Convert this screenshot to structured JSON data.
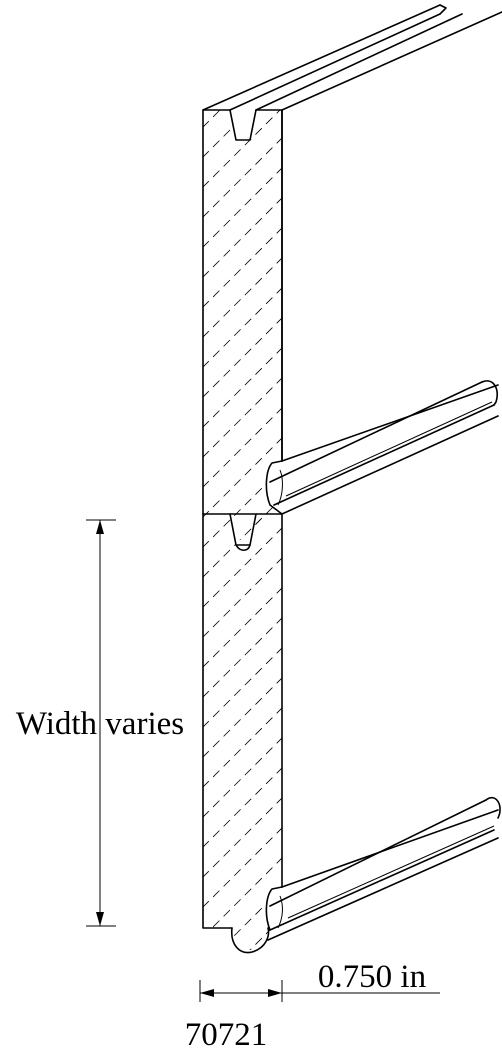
{
  "labels": {
    "width_dimension": "Width varies",
    "thickness_dimension": "0.750 in",
    "profile_number": "70721"
  }
}
